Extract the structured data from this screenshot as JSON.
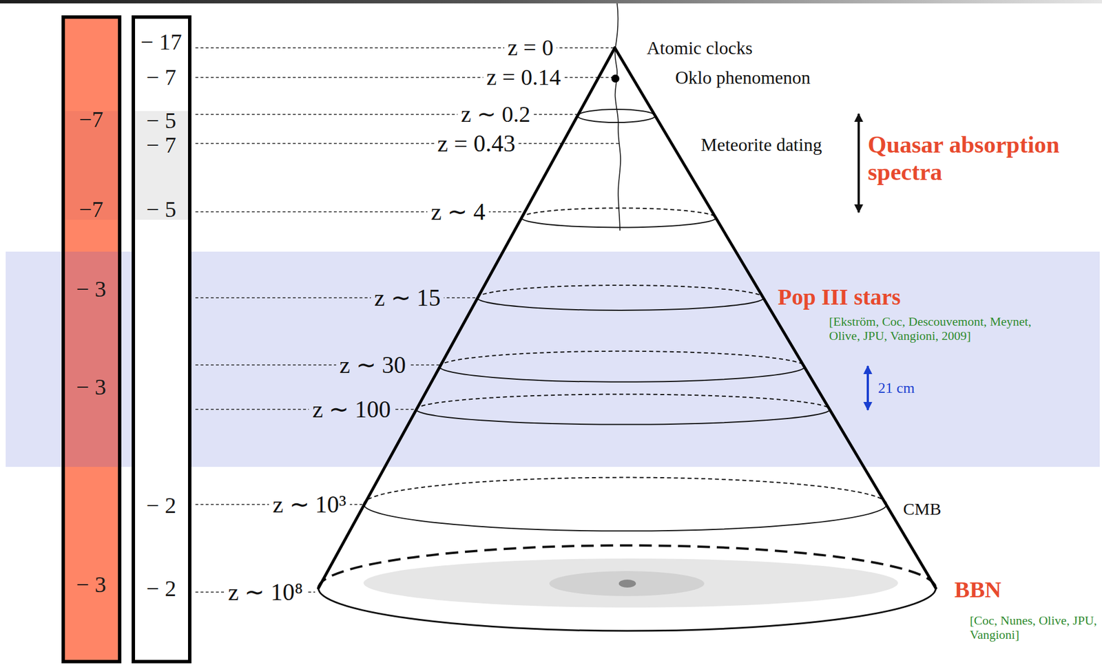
{
  "diagram": {
    "nodes": [
      {
        "text": [
          "−7",
          "−7",
          "− 3",
          "− 3",
          "− 3"
        ]
      },
      {
        "text": [
          "− 17",
          "− 7",
          "− 5",
          "− 7",
          "− 5",
          "− 2",
          "− 2"
        ]
      }
    ],
    "labels": [
      "z = 0",
      "z = 0.14",
      "z ∼ 0.2",
      "z = 0.43",
      "z ∼ 4",
      "z ∼ 15",
      "z ∼ 30",
      "z ∼ 100",
      "z ∼ 10³",
      "z ∼ 10⁸",
      "Atomic clocks",
      "Oklo phenomenon",
      "Meteorite dating",
      "Quasar absorption spectra",
      "Pop III stars",
      "[Ekström, Coc, Descouvemont, Meynet, Olive, JPU, Vangioni, 2009]",
      "21 cm",
      "CMB",
      "BBN",
      "[Coc, Nunes, Olive, JPU, Vangioni]"
    ]
  }
}
